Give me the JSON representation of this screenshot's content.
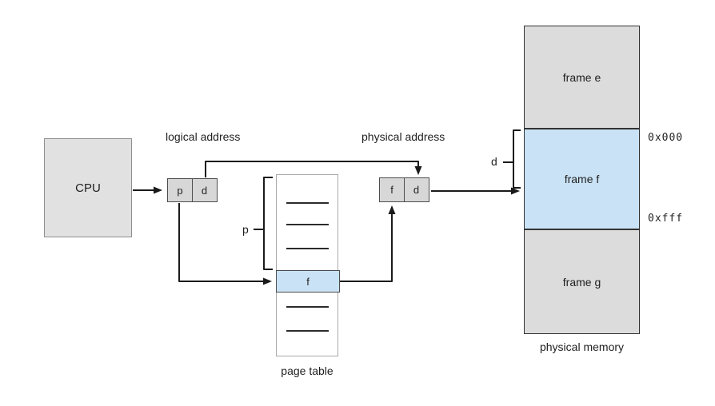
{
  "cpu": {
    "label": "CPU"
  },
  "logical_address": {
    "caption": "logical address",
    "page_field": "p",
    "offset_field": "d"
  },
  "physical_address": {
    "caption": "physical address",
    "frame_field": "f",
    "offset_field": "d"
  },
  "page_table": {
    "caption": "page table",
    "bracket_label": "p",
    "highlighted_entry": "f"
  },
  "physical_memory": {
    "caption": "physical memory",
    "bracket_label": "d",
    "frames": [
      {
        "label": "frame e"
      },
      {
        "label": "frame f"
      },
      {
        "label": "frame g"
      }
    ],
    "frame_start_offset": "0x000",
    "frame_end_offset": "0xfff"
  },
  "colors": {
    "highlight_blue": "#c9e2f5",
    "box_gray": "#dcdcdc",
    "register_gray": "#d7d7d7",
    "line_black": "#1a1a1a",
    "border_dark": "#4d4d4d"
  }
}
